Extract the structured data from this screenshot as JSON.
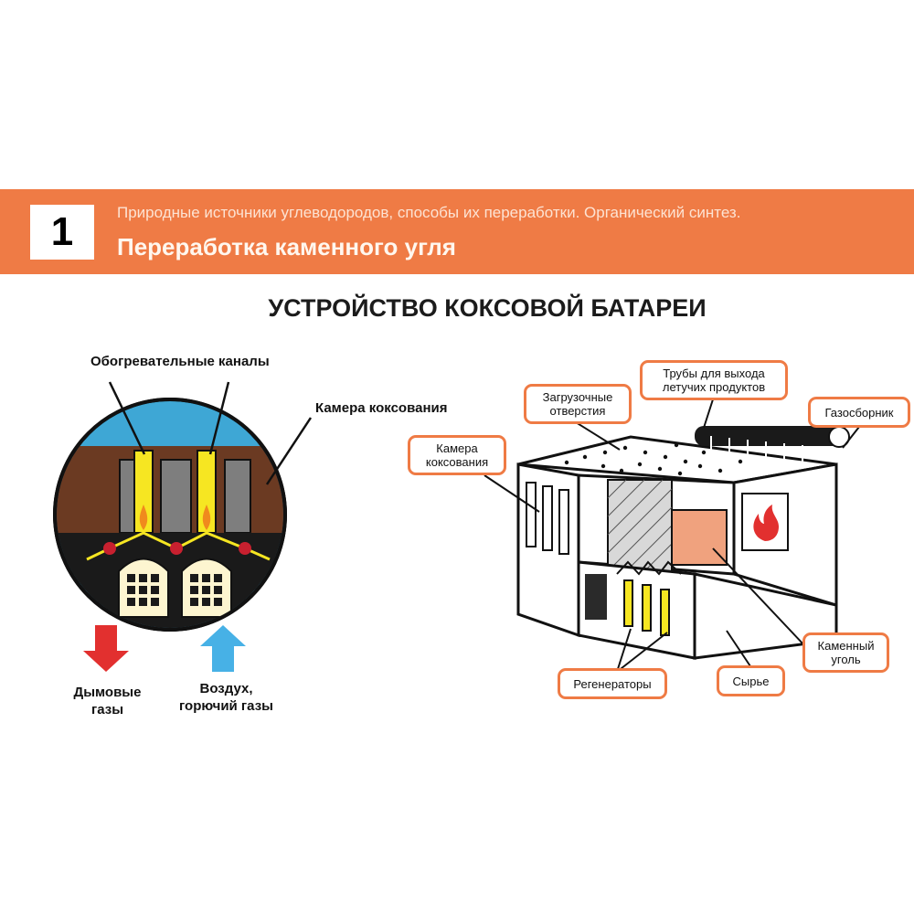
{
  "banner": {
    "number": "1",
    "subtitle": "Природные источники углеводородов, способы их переработки. Органический синтез.",
    "title": "Переработка каменного угля"
  },
  "main_title": "УСТРОЙСТВО КОКСОВОЙ БАТАРЕИ",
  "left": {
    "heating_channels": "Обогревательные каналы",
    "coking_chamber": "Камера коксования",
    "smoke_gases": [
      "Дымовые",
      "газы"
    ],
    "air_gases": [
      "Воздух,",
      "горючий газы"
    ]
  },
  "right": {
    "loading_holes": [
      "Загрузочные",
      "отверстия"
    ],
    "pipes": [
      "Трубы для выхода",
      "летучих продуктов"
    ],
    "gas_collector": "Газосборник",
    "coking_chamber": [
      "Камера",
      "коксования"
    ],
    "coal": [
      "Каменный",
      "уголь"
    ],
    "raw": "Сырье",
    "regenerators": "Регенераторы"
  },
  "colors": {
    "accent": "#ef7b45",
    "chamber_brown": "#6b3a22",
    "flue_yellow": "#f6e622",
    "circle_blue": "#3ea7d5",
    "arrow_red": "#e2302f",
    "arrow_blue": "#47b1e6",
    "coal_fill": "#f0a27e"
  }
}
